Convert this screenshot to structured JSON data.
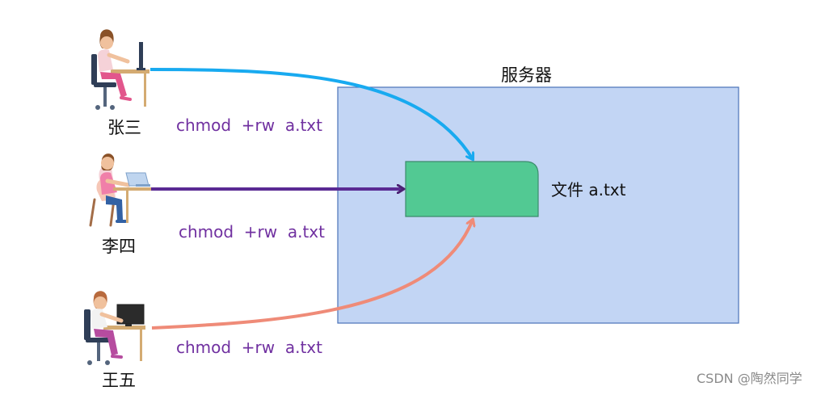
{
  "server": {
    "title": "服务器",
    "fill_color": "#c2d5f4",
    "border_color": "#4a72b8"
  },
  "file": {
    "label": "文件 a.txt",
    "fill_color": "#52c993",
    "border_color": "#3c8c6c"
  },
  "users": [
    {
      "name": "张三",
      "command": "chmod  +rw  a.txt",
      "arrow_color": "#18aaf0",
      "device": "desktop"
    },
    {
      "name": "李四",
      "command": "chmod  +rw  a.txt",
      "arrow_color": "#5a2a93",
      "device": "laptop"
    },
    {
      "name": "王五",
      "command": "chmod  +rw  a.txt",
      "arrow_color": "#ef8b78",
      "device": "desktop"
    }
  ],
  "command_color": "#7030a0",
  "watermark": "CSDN @陶然同学"
}
